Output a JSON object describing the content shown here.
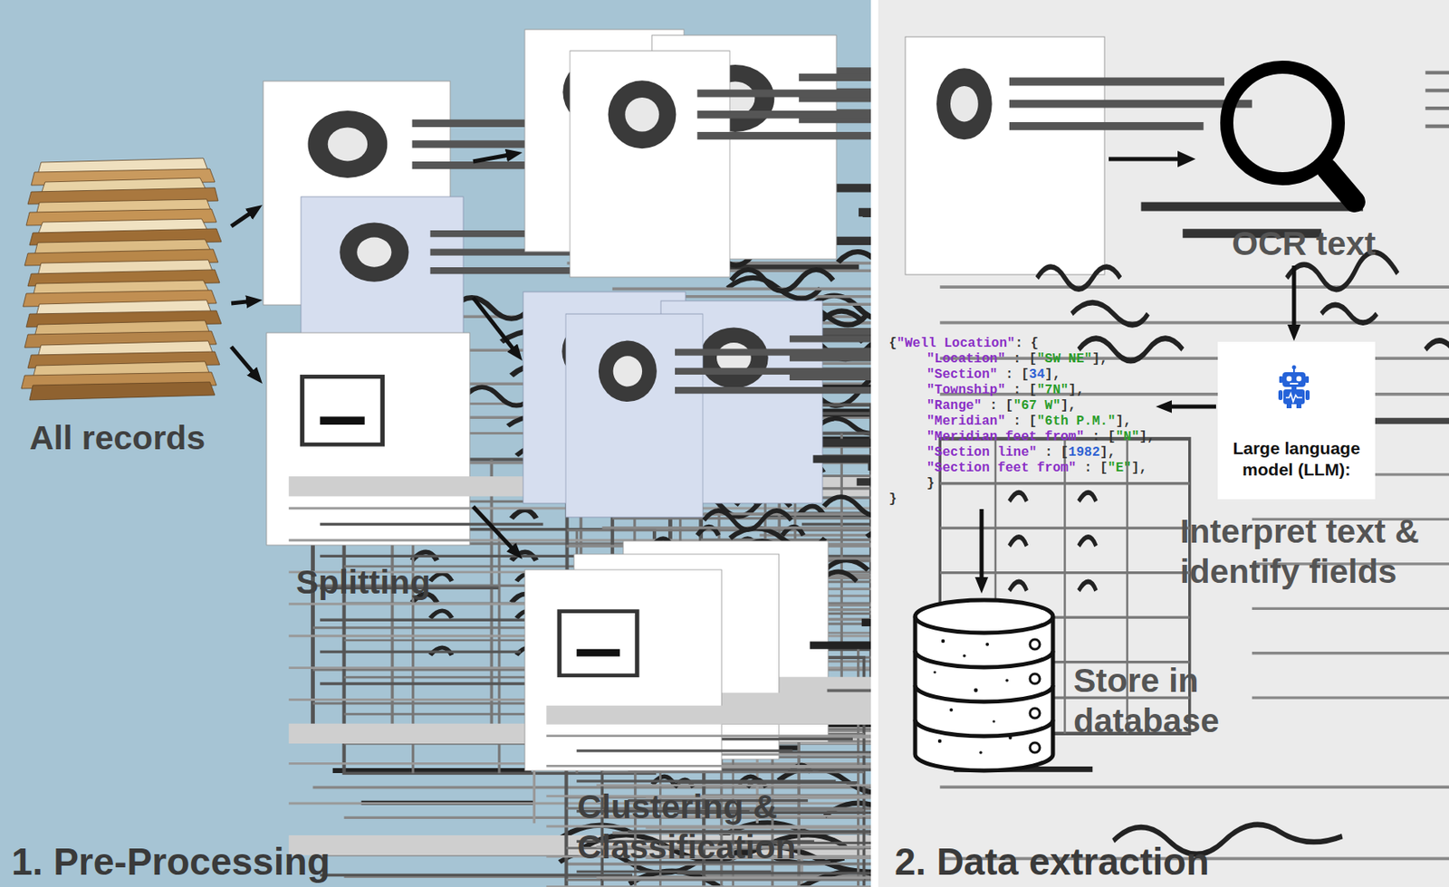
{
  "diagram": {
    "nodes": [
      {
        "text": [
          "1. Pre-Processing"
        ]
      },
      {
        "text": [
          "All records"
        ],
        "in": 0
      },
      {
        "text": [
          "Splitting"
        ],
        "in": 0
      },
      {
        "text": [
          "Clustering & Classification"
        ],
        "in": 0
      },
      {
        "text": [
          "2. Data extraction"
        ]
      },
      {
        "text": [
          "OCR text"
        ],
        "in": 4
      },
      {
        "text": [
          "Large language model (LLM):",
          "Interpret text & identify fields"
        ],
        "in": 4
      },
      {
        "text": [
          "{\"Well Location\": {",
          "\"Location\" : [\"SW NE\"],",
          "\"Section\" : [34],",
          "\"Township\" : [\"7N\"],",
          "\"Range\" : [\"67 W\"],",
          "\"Meridian\" : [\"6th P.M.\"],",
          "\"Meridian feet from\" : [\"N\"],",
          "\"Section line\" : [1982],",
          "\"Section feet from\" : [\"E\"],",
          "}",
          "}"
        ],
        "in": 4
      },
      {
        "text": [
          "Store in database"
        ],
        "in": 4
      }
    ],
    "edges": [
      {
        "from": 1,
        "to": 2,
        "arrow": "to"
      },
      {
        "from": 1,
        "to": 2,
        "arrow": "to"
      },
      {
        "from": 1,
        "to": 2,
        "arrow": "to"
      },
      {
        "from": 2,
        "to": 3,
        "arrow": "to"
      },
      {
        "from": 2,
        "to": 3,
        "arrow": "to"
      },
      {
        "from": 2,
        "to": 3,
        "arrow": "to"
      },
      {
        "from": 5,
        "to": 6,
        "arrow": "to"
      },
      {
        "from": 6,
        "to": 7,
        "arrow": "to"
      },
      {
        "from": 7,
        "to": 8,
        "arrow": "to"
      }
    ]
  }
}
